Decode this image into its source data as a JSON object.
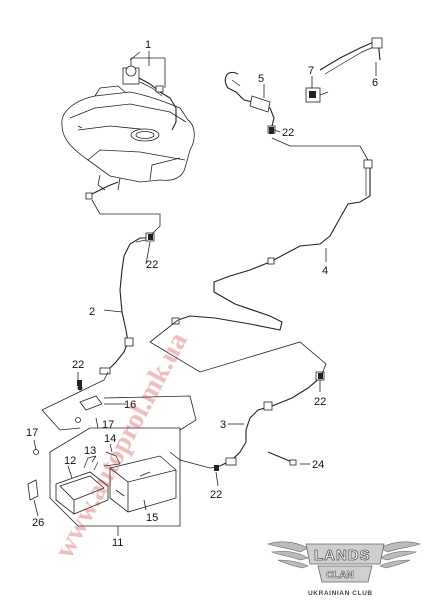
{
  "callouts": {
    "c1": "1",
    "c2": "2",
    "c3": "3",
    "c4": "4",
    "c5": "5",
    "c6": "6",
    "c7": "7",
    "c11": "11",
    "c12": "12",
    "c13": "13",
    "c14": "14",
    "c15": "15",
    "c16": "16",
    "c17a": "17",
    "c17b": "17",
    "c22a": "22",
    "c22b": "22",
    "c22c": "22",
    "c22d": "22",
    "c22e": "22",
    "c24": "24",
    "c26": "26"
  },
  "watermark": {
    "text": "www.autoprol.mk.ua",
    "color": "#d42020"
  },
  "logo": {
    "main": "LANDS",
    "sub": "CLAN",
    "tagline": "UKRAINIAN CLUB"
  }
}
